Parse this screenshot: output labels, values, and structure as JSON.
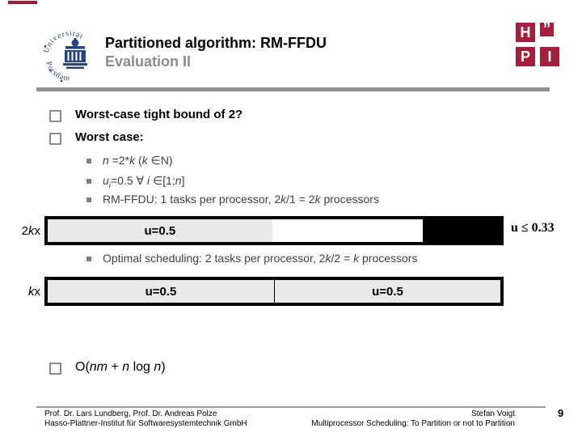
{
  "header": {
    "title": "Partitioned algorithm: RM-FFDU",
    "subtitle": "Evaluation II"
  },
  "logos": {
    "university": {
      "top": "Universität",
      "bottom": "Potsdam"
    },
    "hpi": {
      "h": "H",
      "quote": "”",
      "p": "P",
      "i": "I"
    }
  },
  "colors": {
    "hpi_red": "#A51E3C",
    "uni_blue": "#26437C",
    "top_accent_red": "#9E1B32",
    "divider_gray": "#8F8F8F",
    "subtitle_gray": "#8C8C8C",
    "sub_text_gray": "#404040",
    "bar_fill_gray": "#E9E9E9"
  },
  "bullets": {
    "worst_bound": "Worst-case tight bound of 2?",
    "worst_case": "Worst case:",
    "sub_n": [
      {
        "t": "n",
        "i": true
      },
      {
        "t": " =2*"
      },
      {
        "t": "k",
        "i": true
      },
      {
        "t": " ("
      },
      {
        "t": "k",
        "i": true
      },
      {
        "t": " ∈N)"
      }
    ],
    "sub_u": [
      {
        "t": "u",
        "i": true
      },
      {
        "t": "i",
        "i": true,
        "sub": true
      },
      {
        "t": "=0.5 ∀ "
      },
      {
        "t": "i",
        "i": true
      },
      {
        "t": " ∈[1;"
      },
      {
        "t": "n",
        "i": true
      },
      {
        "t": "]"
      }
    ],
    "sub_rmffdu": [
      {
        "t": "RM-FFDU: 1 tasks per processor, 2"
      },
      {
        "t": "k",
        "i": true
      },
      {
        "t": "/1 = 2"
      },
      {
        "t": "k",
        "i": true
      },
      {
        "t": " processors"
      }
    ],
    "optimal": [
      {
        "t": "Optimal scheduling: 2 tasks per processor, 2"
      },
      {
        "t": "k",
        "i": true
      },
      {
        "t": "/2 = "
      },
      {
        "t": "k",
        "i": true
      },
      {
        "t": " processors"
      }
    ],
    "complexity": [
      {
        "t": "O("
      },
      {
        "t": "nm",
        "i": true
      },
      {
        "t": " + "
      },
      {
        "t": "n",
        "i": true
      },
      {
        "t": " log "
      },
      {
        "t": "n",
        "i": true
      },
      {
        "t": ")"
      }
    ]
  },
  "diagram": {
    "bar1": {
      "label_runs": [
        {
          "t": "2"
        },
        {
          "t": "k",
          "i": true
        },
        {
          "t": " x"
        }
      ],
      "segments": [
        {
          "label": "u=0.5",
          "width": 49.6,
          "bg": "#E9E9E9",
          "fg": "#000"
        },
        {
          "label": "",
          "width": 33.3,
          "bg": "#FFFFFF",
          "fg": "#000"
        },
        {
          "label": "",
          "width": 17.1,
          "bg": "#000000",
          "fg": "#FFF"
        }
      ],
      "annotation": "u ≤ 0.33"
    },
    "bar2": {
      "label_runs": [
        {
          "t": "k",
          "i": true
        },
        {
          "t": " x"
        }
      ],
      "segments": [
        {
          "label": "u=0.5",
          "width": 50,
          "bg": "#E9E9E9",
          "fg": "#000"
        },
        {
          "label": "u=0.5",
          "width": 50,
          "bg": "#E9E9E9",
          "fg": "#000",
          "divider": true
        }
      ]
    }
  },
  "footer": {
    "left_line1": "Prof. Dr. Lars Lundberg, Prof. Dr. Andreas Polze",
    "left_line2": "Hasso-Plattner-Institut für Softwaresystemtechnik GmbH",
    "right_line1": "Stefan Voigt",
    "right_line2": "Multiprocessor Scheduling: To Partition or not to Partition",
    "page": "9"
  }
}
